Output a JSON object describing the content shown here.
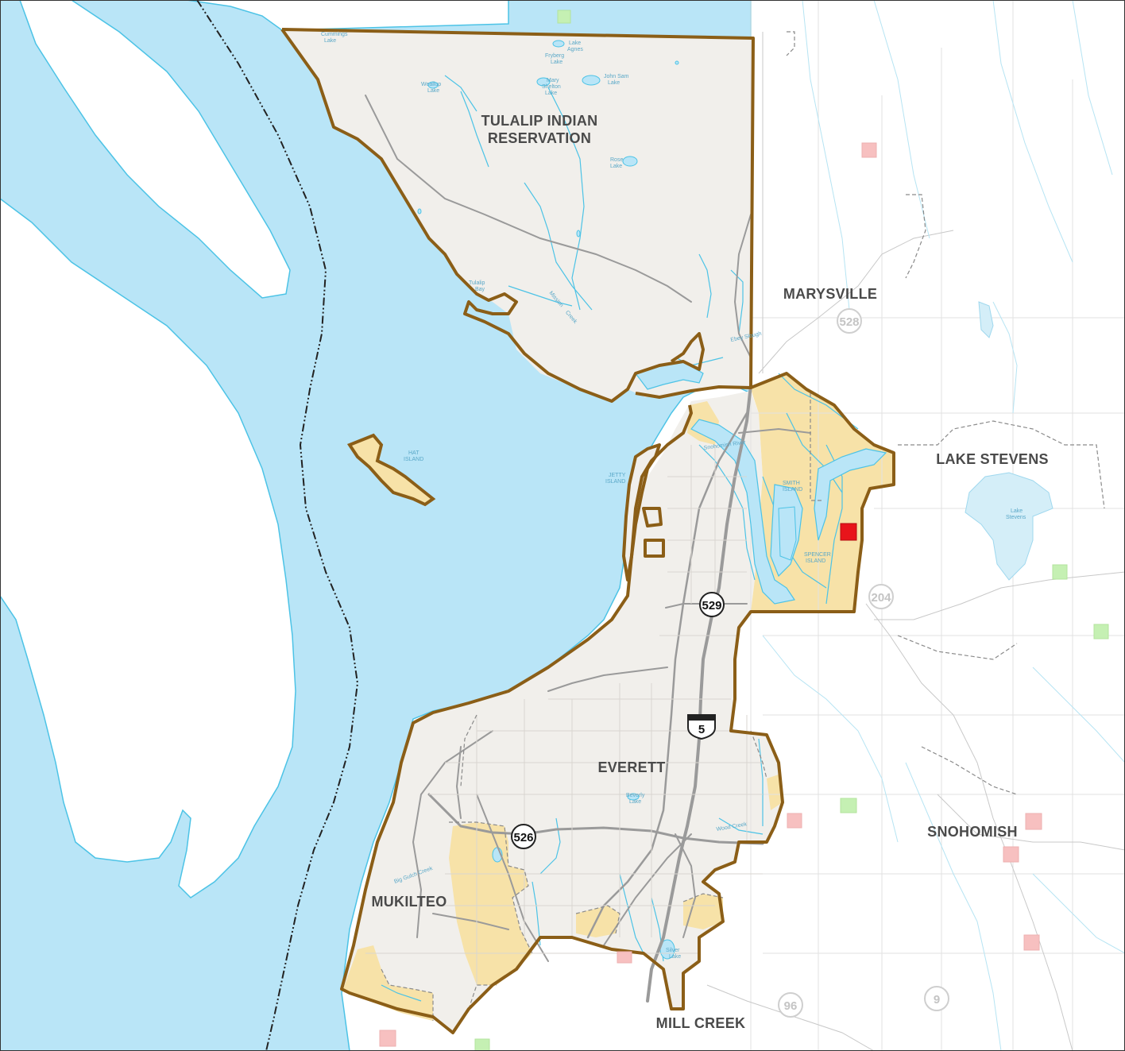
{
  "map": {
    "colors": {
      "water": "#b9e5f7",
      "shoreline": "#4cc3e6",
      "land": "#ffffff",
      "study_area": "#f1efeb",
      "uga": "#f7e2a8",
      "boundary": "#8b5e17",
      "marker_red": "#e8141b",
      "marker_pink": "#f7c0c0",
      "marker_green": "#c5f0b3"
    },
    "places": [
      {
        "key": "tulalip",
        "lines": [
          "TULALIP INDIAN",
          "RESERVATION"
        ]
      },
      {
        "key": "marysville",
        "lines": [
          "MARYSVILLE"
        ]
      },
      {
        "key": "lake_stevens",
        "lines": [
          "LAKE STEVENS"
        ]
      },
      {
        "key": "everett",
        "lines": [
          "EVERETT"
        ]
      },
      {
        "key": "snohomish",
        "lines": [
          "SNOHOMISH"
        ]
      },
      {
        "key": "mukilteo",
        "lines": [
          "MUKILTEO"
        ]
      },
      {
        "key": "mill_creek",
        "lines": [
          "MILL CREEK"
        ]
      }
    ],
    "shields": [
      {
        "key": "i5",
        "type": "interstate",
        "label": "5"
      },
      {
        "key": "sr529",
        "type": "state",
        "label": "529"
      },
      {
        "key": "sr526",
        "type": "state",
        "label": "526"
      },
      {
        "key": "sr528",
        "type": "state-faded",
        "label": "528"
      },
      {
        "key": "sr204",
        "type": "state-faded",
        "label": "204"
      },
      {
        "key": "sr96",
        "type": "state-faded",
        "label": "96"
      },
      {
        "key": "sr9",
        "type": "state-faded",
        "label": "9"
      }
    ],
    "water_labels": [
      {
        "key": "cummings",
        "lines": [
          "Cummings",
          "Lake"
        ]
      },
      {
        "key": "agnes",
        "lines": [
          "Lake",
          "Agnes"
        ]
      },
      {
        "key": "fryberg",
        "lines": [
          "Fryberg",
          "Lake"
        ]
      },
      {
        "key": "johnsam",
        "lines": [
          "John Sam",
          "Lake"
        ]
      },
      {
        "key": "weallup",
        "lines": [
          "Weallup",
          "Lake"
        ]
      },
      {
        "key": "shelton",
        "lines": [
          "Mary",
          "Shelton",
          "Lake"
        ]
      },
      {
        "key": "rose",
        "lines": [
          "Rose",
          "Lake"
        ]
      },
      {
        "key": "tulalip_bay",
        "lines": [
          "Tulalip",
          "Bay"
        ]
      },
      {
        "key": "hat",
        "lines": [
          "HAT",
          "ISLAND"
        ]
      },
      {
        "key": "jetty",
        "lines": [
          "JETTY",
          "ISLAND"
        ]
      },
      {
        "key": "smith",
        "lines": [
          "SMITH",
          "ISLAND"
        ]
      },
      {
        "key": "spencer",
        "lines": [
          "SPENCER",
          "ISLAND"
        ]
      },
      {
        "key": "lake_stevens_lake",
        "lines": [
          "Lake",
          "Stevens"
        ]
      },
      {
        "key": "beverly",
        "lines": [
          "Beverly",
          "Lake"
        ]
      },
      {
        "key": "silver",
        "lines": [
          "Silver",
          "Lake"
        ]
      },
      {
        "key": "mission",
        "lines": [
          "Mission",
          "Creek"
        ]
      },
      {
        "key": "big_gulch",
        "lines": [
          "Big Gulch Creek"
        ]
      },
      {
        "key": "woods",
        "lines": [
          "Wood Creek"
        ]
      },
      {
        "key": "snohomish_river",
        "lines": [
          "Snohomish River"
        ]
      },
      {
        "key": "ebey",
        "lines": [
          "Ebey Slough"
        ]
      }
    ],
    "markers": [
      {
        "key": "m1",
        "color": "green"
      },
      {
        "key": "m2",
        "color": "pink"
      },
      {
        "key": "m3",
        "color": "red"
      },
      {
        "key": "m4",
        "color": "green"
      },
      {
        "key": "m5",
        "color": "green"
      },
      {
        "key": "m6",
        "color": "green"
      },
      {
        "key": "m7",
        "color": "pink"
      },
      {
        "key": "m8",
        "color": "pink"
      },
      {
        "key": "m9",
        "color": "pink"
      },
      {
        "key": "m10",
        "color": "pink"
      },
      {
        "key": "m11",
        "color": "pink"
      },
      {
        "key": "m12",
        "color": "pink"
      },
      {
        "key": "m13",
        "color": "green"
      }
    ]
  }
}
